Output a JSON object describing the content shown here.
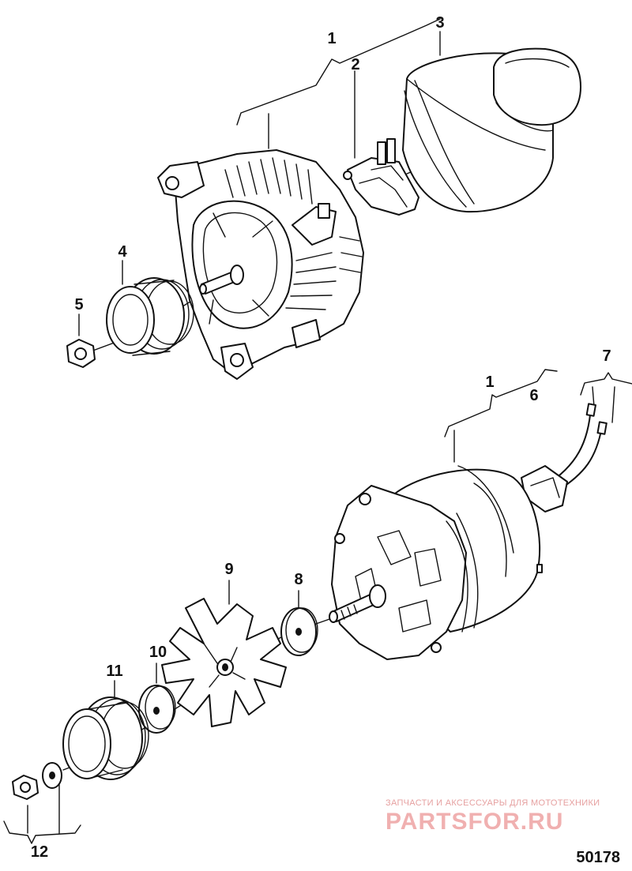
{
  "callouts": [
    {
      "id": "c1_top",
      "label": "1"
    },
    {
      "id": "c2",
      "label": "2"
    },
    {
      "id": "c3",
      "label": "3"
    },
    {
      "id": "c4",
      "label": "4"
    },
    {
      "id": "c5",
      "label": "5"
    },
    {
      "id": "c1_bottom",
      "label": "1"
    },
    {
      "id": "c6",
      "label": "6"
    },
    {
      "id": "c7",
      "label": "7"
    },
    {
      "id": "c8",
      "label": "8"
    },
    {
      "id": "c9",
      "label": "9"
    },
    {
      "id": "c10",
      "label": "10"
    },
    {
      "id": "c11",
      "label": "11"
    },
    {
      "id": "c12",
      "label": "12"
    }
  ],
  "reference_number": "50178",
  "watermark": {
    "tagline": "ЗАПЧАСТИ И АКСЕССУАРЫ ДЛЯ МОТОТЕХНИКИ",
    "logo": "PARTSFOR.RU"
  }
}
